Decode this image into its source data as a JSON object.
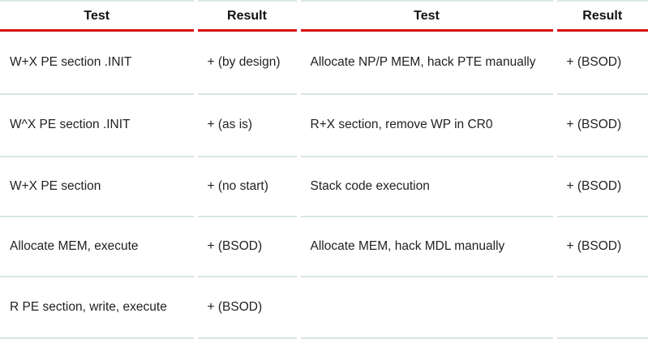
{
  "table": {
    "headers": [
      "Test",
      "Result",
      "Test",
      "Result"
    ],
    "accent_color": "#d60d0d",
    "row_separator_color": "#d8e6e6",
    "text_color": "#222222",
    "background_color": "#ffffff",
    "rows": [
      {
        "test_left": "W+X PE section .INIT",
        "result_left": "+ (by design)",
        "test_right": "Allocate NP/P MEM, hack PTE manually",
        "result_right": "+ (BSOD)"
      },
      {
        "test_left": "W^X PE section .INIT",
        "result_left": "+ (as is)",
        "test_right": "R+X section, remove WP in CR0",
        "result_right": "+ (BSOD)"
      },
      {
        "test_left": "W+X PE section",
        "result_left": "+ (no start)",
        "test_right": "Stack code execution",
        "result_right": "+ (BSOD)"
      },
      {
        "test_left": "Allocate MEM, execute",
        "result_left": "+ (BSOD)",
        "test_right": "Allocate MEM, hack MDL manually",
        "result_right": "+ (BSOD)"
      },
      {
        "test_left": "R PE section, write, execute",
        "result_left": "+ (BSOD)",
        "test_right": "",
        "result_right": ""
      }
    ]
  }
}
